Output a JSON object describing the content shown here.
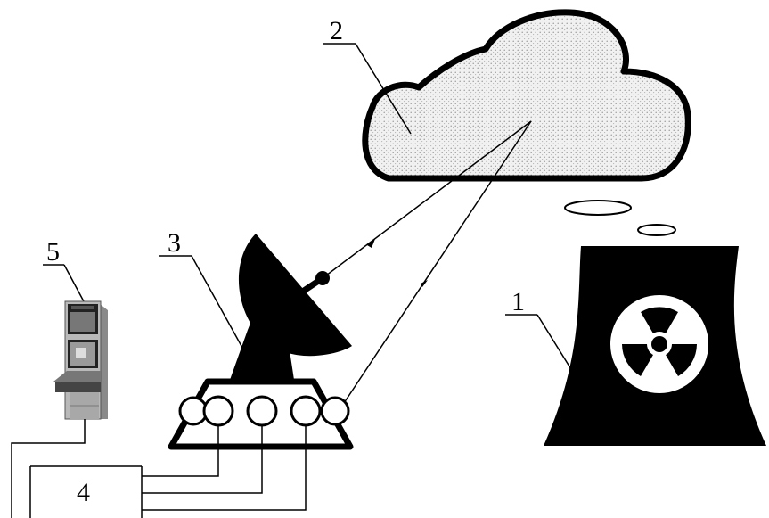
{
  "labels": {
    "tower": "1",
    "cloud": "2",
    "radar": "3",
    "unit": "4",
    "console": "5"
  },
  "colors": {
    "ink": "#000000",
    "paper": "#ffffff",
    "cloud_fill": "#e6e6e6",
    "console_body": "#b9b9b9"
  }
}
